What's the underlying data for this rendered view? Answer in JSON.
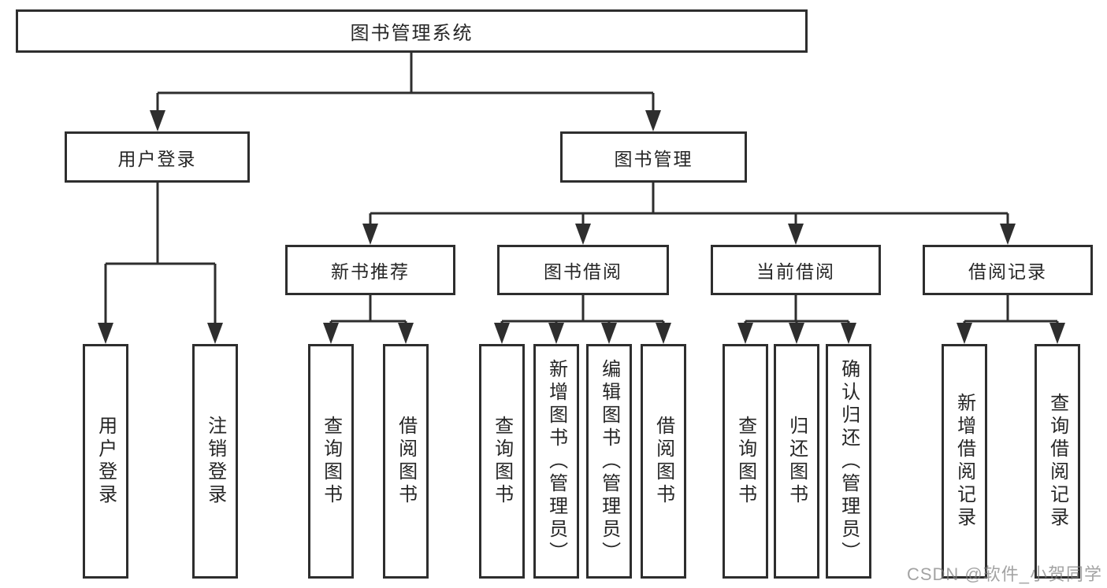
{
  "tree": {
    "root": {
      "label": "图书管理系统",
      "children": [
        {
          "label": "用户登录",
          "children": [
            {
              "label": "用户登录"
            },
            {
              "label": "注销登录"
            }
          ]
        },
        {
          "label": "图书管理",
          "children": [
            {
              "label": "新书推荐",
              "children": [
                {
                  "label": "查询图书"
                },
                {
                  "label": "借阅图书"
                }
              ]
            },
            {
              "label": "图书借阅",
              "children": [
                {
                  "label": "查询图书"
                },
                {
                  "label": "新增图书（管理员）"
                },
                {
                  "label": "编辑图书（管理员）"
                },
                {
                  "label": "借阅图书"
                }
              ]
            },
            {
              "label": "当前借阅",
              "children": [
                {
                  "label": "查询图书"
                },
                {
                  "label": "归还图书"
                },
                {
                  "label": "确认归还（管理员）"
                }
              ]
            },
            {
              "label": "借阅记录",
              "children": [
                {
                  "label": "新增借阅记录"
                },
                {
                  "label": "查询借阅记录"
                }
              ]
            }
          ]
        }
      ]
    }
  },
  "watermark": {
    "text": "CSDN @软件_小贺同学"
  },
  "colors": {
    "background": "#ffffff",
    "line": "#2e2e2e",
    "box_border": "#2e2e2e",
    "text": "#262626",
    "watermark": "#8f8f8f"
  }
}
